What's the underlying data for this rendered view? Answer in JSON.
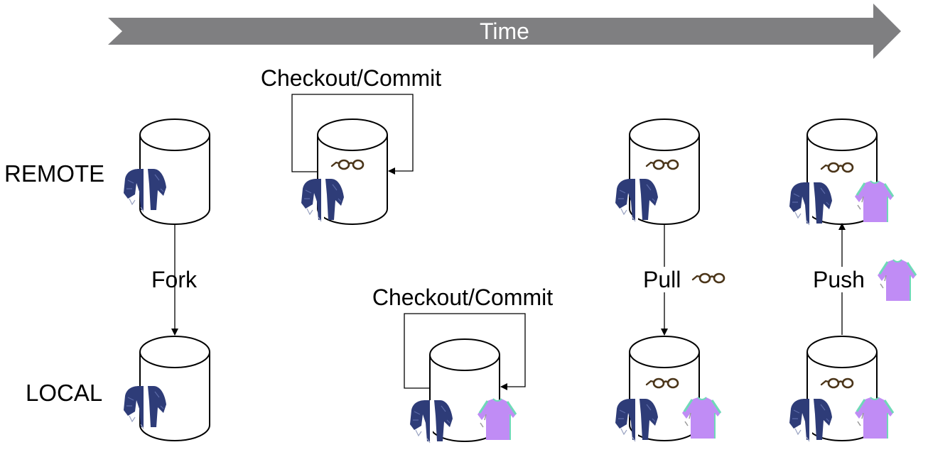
{
  "timeline": {
    "label": "Time",
    "arrow_color": "#7f7f81",
    "label_color": "#ffffff"
  },
  "row_labels": {
    "remote": "REMOTE",
    "local": "LOCAL"
  },
  "operations": {
    "fork": "Fork",
    "checkout_commit_remote": "Checkout/Commit",
    "checkout_commit_local": "Checkout/Commit",
    "pull": "Pull",
    "push": "Push"
  },
  "items": {
    "pants": {
      "icon": "pants-icon",
      "color": "#2e3c78"
    },
    "glasses": {
      "icon": "glasses-icon",
      "color": "#4a3418"
    },
    "shirt": {
      "icon": "shirt-icon",
      "color": "#c08cf5",
      "trim": "#6fd9b8"
    }
  },
  "repositories": [
    {
      "id": "remote-1",
      "row": "remote",
      "contents": [
        "pants"
      ]
    },
    {
      "id": "local-1",
      "row": "local",
      "contents": [
        "pants"
      ]
    },
    {
      "id": "remote-2",
      "row": "remote",
      "contents": [
        "pants",
        "glasses"
      ]
    },
    {
      "id": "local-2",
      "row": "local",
      "contents": [
        "pants",
        "shirt"
      ]
    },
    {
      "id": "remote-3",
      "row": "remote",
      "contents": [
        "pants",
        "glasses"
      ]
    },
    {
      "id": "local-3",
      "row": "local",
      "contents": [
        "pants",
        "glasses",
        "shirt"
      ]
    },
    {
      "id": "remote-4",
      "row": "remote",
      "contents": [
        "pants",
        "glasses",
        "shirt"
      ]
    },
    {
      "id": "local-4",
      "row": "local",
      "contents": [
        "pants",
        "glasses",
        "shirt"
      ]
    }
  ]
}
